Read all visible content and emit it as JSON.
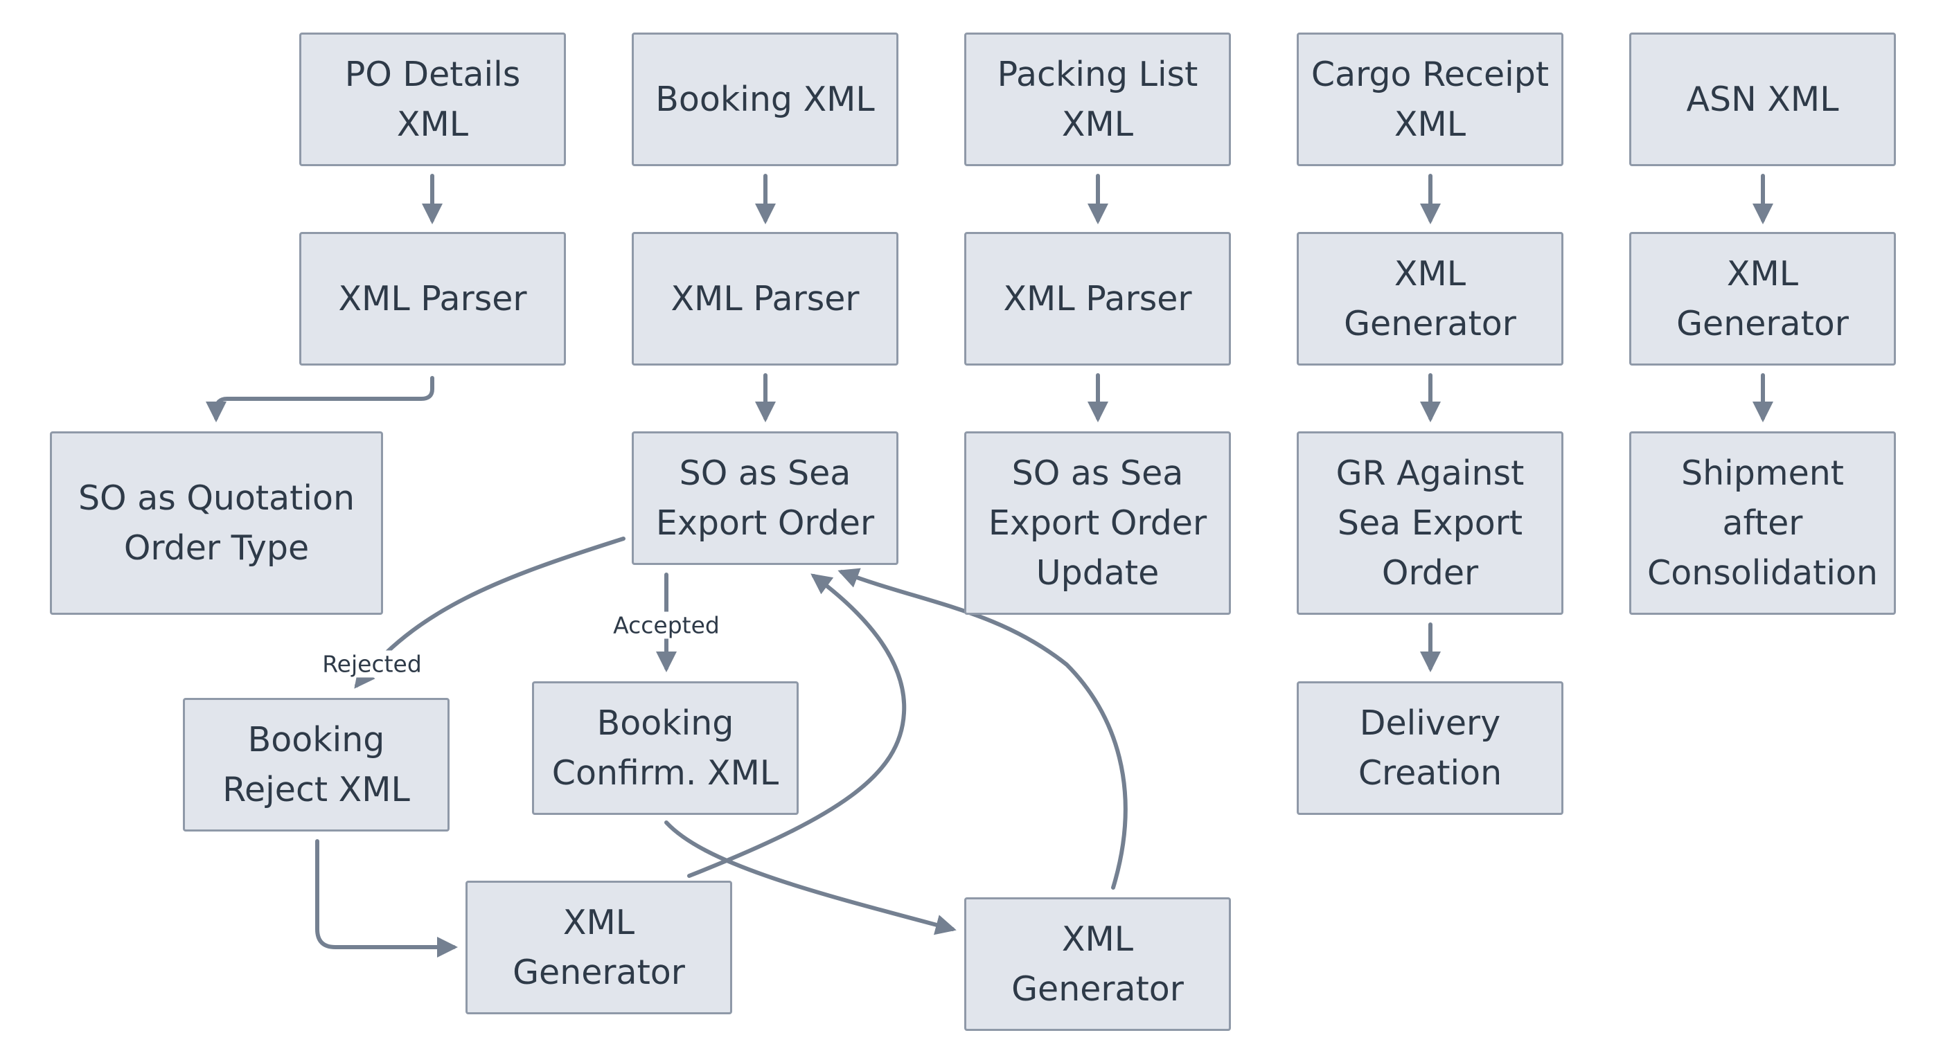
{
  "colors": {
    "node_fill": "#e1e5ec",
    "node_border": "#8f99a8",
    "edge": "#748091",
    "text": "#2e3a48"
  },
  "nodes": {
    "po_details_xml": "PO Details XML",
    "booking_xml": "Booking XML",
    "packing_list_xml": "Packing List XML",
    "cargo_receipt_xml": "Cargo Receipt XML",
    "asn_xml": "ASN XML",
    "xml_parser_1": "XML Parser",
    "xml_parser_2": "XML Parser",
    "xml_parser_3": "XML Parser",
    "xml_generator_cargo": "XML Generator",
    "xml_generator_asn": "XML Generator",
    "so_quotation": "SO as Quotation Order Type",
    "so_sea_export": "SO as Sea Export Order",
    "so_sea_export_update": "SO as Sea Export Order Update",
    "gr_against_sea": "GR Against Sea Export Order",
    "shipment_after_consolidation": "Shipment after Consolidation",
    "booking_reject_xml": "Booking Reject XML",
    "booking_confirm_xml": "Booking Confirm. XML",
    "delivery_creation": "Delivery Creation",
    "xml_generator_reject": "XML Generator",
    "xml_generator_confirm": "XML Generator"
  },
  "edge_labels": {
    "rejected": "Rejected",
    "accepted": "Accepted"
  }
}
